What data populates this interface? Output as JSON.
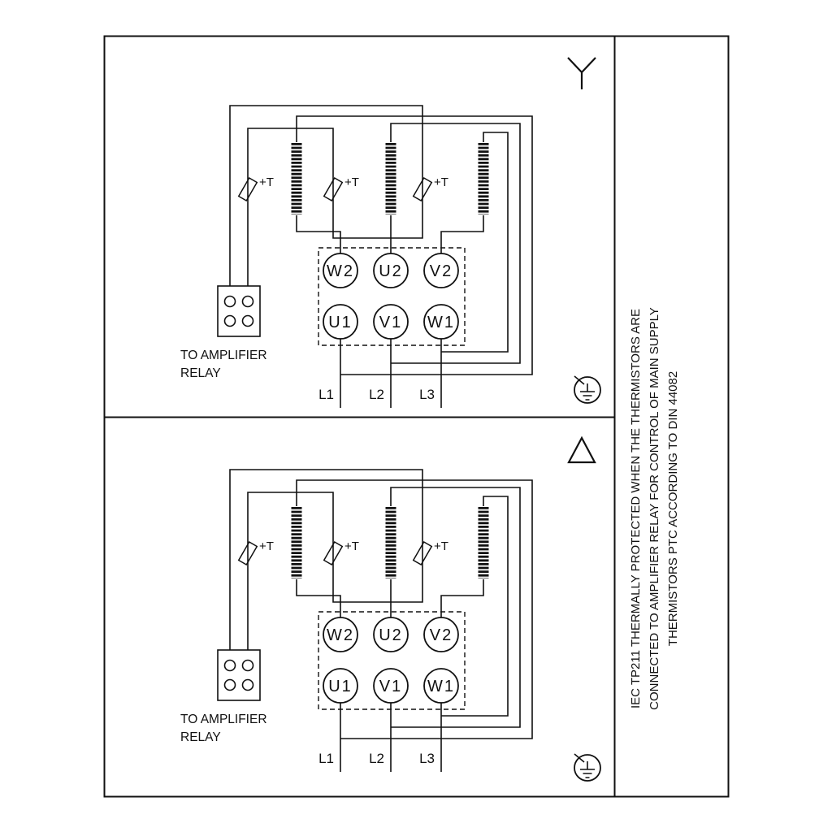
{
  "page": {
    "background": "#ffffff",
    "ink": "#111111"
  },
  "side_note": {
    "line1": "IEC TP211 THERMALLY PROTECTED WHEN THE THERMISTORS ARE",
    "line2": "CONNECTED TO AMPLIFIER RELAY FOR CONTROL OF MAIN SUPPLY",
    "line3": "THERMISTORS PTC ACCORDING TO DIN 44082"
  },
  "diagram": {
    "terminals_top": [
      "W2",
      "U2",
      "V2"
    ],
    "terminals_bottom": [
      "U1",
      "V1",
      "W1"
    ],
    "supply_lines": [
      "L1",
      "L2",
      "L3"
    ],
    "thermistor_label": "+T",
    "relay_caption": {
      "line1": "TO AMPLIFIER",
      "line2": "RELAY"
    },
    "symbols": {
      "top_connection": "star",
      "bottom_connection": "delta",
      "corner": "protective-earth-ground"
    }
  }
}
